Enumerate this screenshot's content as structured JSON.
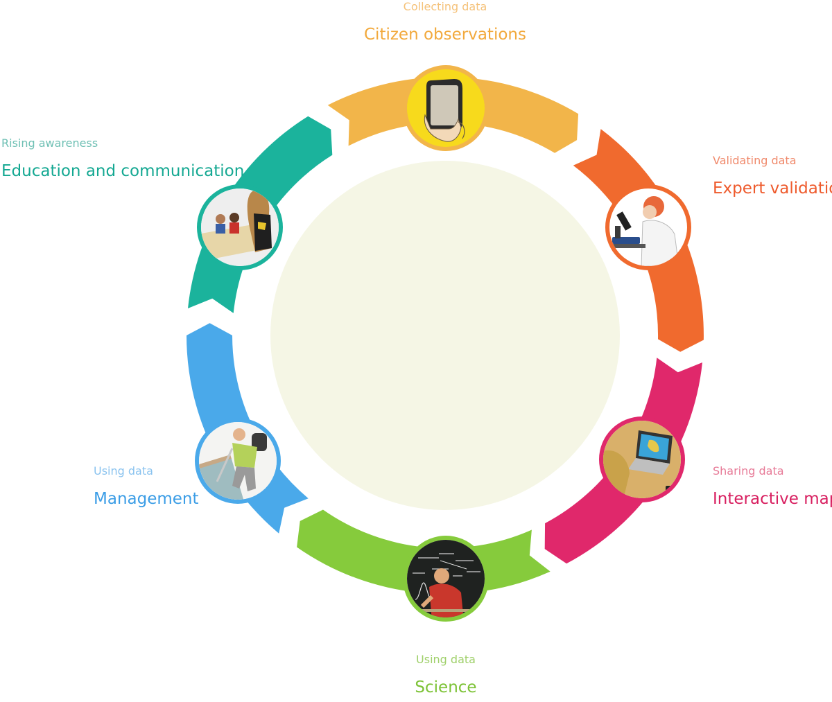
{
  "colors": {
    "background": "#ffffff",
    "center_fill": "#f5f6e5",
    "collecting": "#f2b54a",
    "validating": "#f06a2e",
    "sharing": "#e0286b",
    "science": "#86cb3c",
    "management": "#4aa9ea",
    "education": "#1bb39c"
  },
  "stages": [
    {
      "id": "collecting",
      "subtitle": "Collecting data",
      "title": "Citizen observations",
      "color": "#f2b54a",
      "icon": "smartphone-hand-icon"
    },
    {
      "id": "validating",
      "subtitle": "Validating data",
      "title": "Expert validation",
      "color": "#f06a2e",
      "icon": "microscope-scientist-icon"
    },
    {
      "id": "sharing",
      "subtitle": "Sharing data",
      "title": "Interactive map",
      "color": "#e0286b",
      "icon": "laptop-map-icon"
    },
    {
      "id": "science",
      "subtitle": "Using data",
      "title": "Science",
      "color": "#86cb3c",
      "icon": "chalkboard-scientist-icon"
    },
    {
      "id": "management",
      "subtitle": "Using data",
      "title": "Management",
      "color": "#4aa9ea",
      "icon": "field-worker-icon"
    },
    {
      "id": "education",
      "subtitle": "Rising awareness",
      "title": "Education and communication",
      "color": "#1bb39c",
      "icon": "classroom-icon"
    }
  ]
}
